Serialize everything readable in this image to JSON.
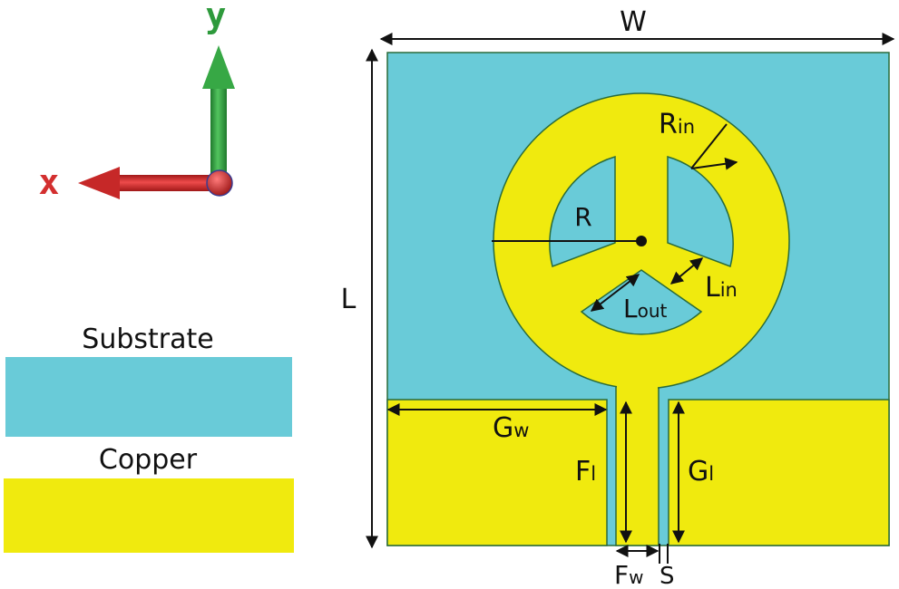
{
  "axes": {
    "y_label": "y",
    "x_label": "x",
    "y_color": "#2e9a3c",
    "x_color": "#d32f2f"
  },
  "legend": {
    "items": [
      {
        "label": "Substrate",
        "color": "#69cbd8"
      },
      {
        "label": "Copper",
        "color": "#f0ea0e"
      }
    ]
  },
  "dimensions": {
    "W": "W",
    "L": "L",
    "R_in": {
      "main": "R",
      "sub": "in"
    },
    "R": "R",
    "L_in": {
      "main": "L",
      "sub": "in"
    },
    "L_out": {
      "main": "L",
      "sub": "out"
    },
    "G_w": {
      "main": "G",
      "sub": "w"
    },
    "F_l": {
      "main": "F",
      "sub": "l"
    },
    "G_l": {
      "main": "G",
      "sub": "l"
    },
    "F_w": {
      "main": "F",
      "sub": "w"
    },
    "S": "S"
  },
  "colors": {
    "substrate": "#69cbd8",
    "copper": "#f0ea0e",
    "outline": "#2a6b3a",
    "dim_line": "#111111"
  }
}
